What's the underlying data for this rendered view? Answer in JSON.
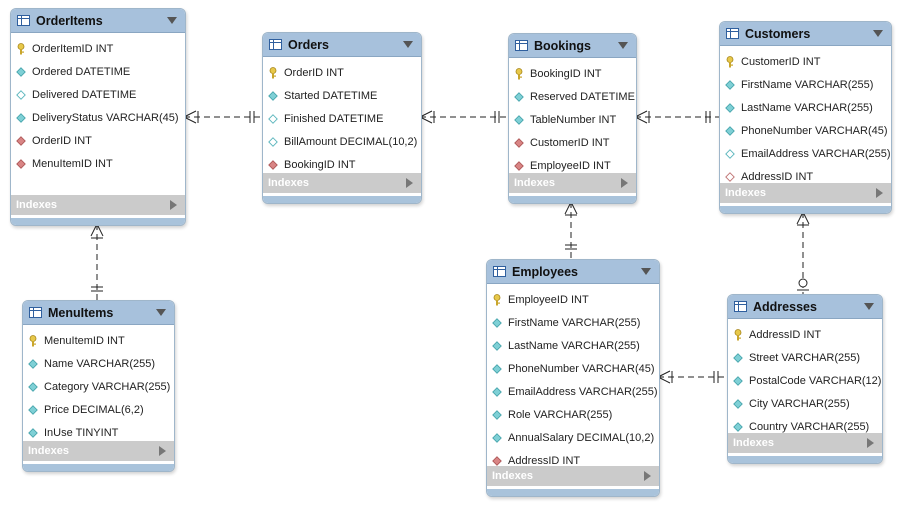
{
  "tables": {
    "orderitems": {
      "name": "OrderItems",
      "columns": [
        {
          "text": "OrderItemID INT",
          "icon": "primary-key-icon"
        },
        {
          "text": "Ordered DATETIME",
          "icon": "column-icon"
        },
        {
          "text": "Delivered DATETIME",
          "icon": "nullable-column-icon"
        },
        {
          "text": "DeliveryStatus VARCHAR(45)",
          "icon": "column-icon"
        },
        {
          "text": "OrderID INT",
          "icon": "foreign-key-icon"
        },
        {
          "text": "MenuItemID INT",
          "icon": "foreign-key-icon"
        }
      ],
      "indexes": "Indexes"
    },
    "orders": {
      "name": "Orders",
      "columns": [
        {
          "text": "OrderID INT",
          "icon": "primary-key-icon"
        },
        {
          "text": "Started DATETIME",
          "icon": "column-icon"
        },
        {
          "text": "Finished DATETIME",
          "icon": "nullable-column-icon"
        },
        {
          "text": "BillAmount DECIMAL(10,2)",
          "icon": "nullable-column-icon"
        },
        {
          "text": "BookingID INT",
          "icon": "foreign-key-icon"
        }
      ],
      "indexes": "Indexes"
    },
    "bookings": {
      "name": "Bookings",
      "columns": [
        {
          "text": "BookingID INT",
          "icon": "primary-key-icon"
        },
        {
          "text": "Reserved DATETIME",
          "icon": "column-icon"
        },
        {
          "text": "TableNumber INT",
          "icon": "column-icon"
        },
        {
          "text": "CustomerID INT",
          "icon": "foreign-key-icon"
        },
        {
          "text": "EmployeeID INT",
          "icon": "foreign-key-icon"
        }
      ],
      "indexes": "Indexes"
    },
    "customers": {
      "name": "Customers",
      "columns": [
        {
          "text": "CustomerID INT",
          "icon": "primary-key-icon"
        },
        {
          "text": "FirstName VARCHAR(255)",
          "icon": "column-icon"
        },
        {
          "text": "LastName VARCHAR(255)",
          "icon": "column-icon"
        },
        {
          "text": "PhoneNumber VARCHAR(45)",
          "icon": "column-icon"
        },
        {
          "text": "EmailAddress VARCHAR(255)",
          "icon": "nullable-column-icon"
        },
        {
          "text": "AddressID INT",
          "icon": "nullable-foreign-key-icon"
        }
      ],
      "indexes": "Indexes"
    },
    "menuitems": {
      "name": "MenuItems",
      "columns": [
        {
          "text": "MenuItemID INT",
          "icon": "primary-key-icon"
        },
        {
          "text": "Name VARCHAR(255)",
          "icon": "column-icon"
        },
        {
          "text": "Category VARCHAR(255)",
          "icon": "column-icon"
        },
        {
          "text": "Price DECIMAL(6,2)",
          "icon": "column-icon"
        },
        {
          "text": "InUse TINYINT",
          "icon": "column-icon"
        }
      ],
      "indexes": "Indexes"
    },
    "employees": {
      "name": "Employees",
      "columns": [
        {
          "text": "EmployeeID INT",
          "icon": "primary-key-icon"
        },
        {
          "text": "FirstName VARCHAR(255)",
          "icon": "column-icon"
        },
        {
          "text": "LastName VARCHAR(255)",
          "icon": "column-icon"
        },
        {
          "text": "PhoneNumber VARCHAR(45)",
          "icon": "column-icon"
        },
        {
          "text": "EmailAddress VARCHAR(255)",
          "icon": "column-icon"
        },
        {
          "text": "Role VARCHAR(255)",
          "icon": "column-icon"
        },
        {
          "text": "AnnualSalary DECIMAL(10,2)",
          "icon": "column-icon"
        },
        {
          "text": "AddressID INT",
          "icon": "foreign-key-icon"
        }
      ],
      "indexes": "Indexes"
    },
    "addresses": {
      "name": "Addresses",
      "columns": [
        {
          "text": "AddressID INT",
          "icon": "primary-key-icon"
        },
        {
          "text": "Street VARCHAR(255)",
          "icon": "column-icon"
        },
        {
          "text": "PostalCode VARCHAR(12)",
          "icon": "column-icon"
        },
        {
          "text": "City VARCHAR(255)",
          "icon": "column-icon"
        },
        {
          "text": "Country VARCHAR(255)",
          "icon": "column-icon"
        }
      ],
      "indexes": "Indexes"
    }
  },
  "relationships": [
    {
      "from": "OrderItems",
      "to": "Orders",
      "from_end": "one-or-many",
      "to_end": "one-and-only-one"
    },
    {
      "from": "Orders",
      "to": "Bookings",
      "from_end": "one-or-many",
      "to_end": "one-and-only-one"
    },
    {
      "from": "Bookings",
      "to": "Customers",
      "from_end": "one-or-many",
      "to_end": "one-and-only-one"
    },
    {
      "from": "OrderItems",
      "to": "MenuItems",
      "from_end": "one-or-many",
      "to_end": "one-and-only-one"
    },
    {
      "from": "Bookings",
      "to": "Employees",
      "from_end": "one-or-many",
      "to_end": "one-and-only-one"
    },
    {
      "from": "Customers",
      "to": "Addresses",
      "from_end": "one-or-many",
      "to_end": "zero-or-one"
    },
    {
      "from": "Employees",
      "to": "Addresses",
      "from_end": "one-or-many",
      "to_end": "one-and-only-one"
    }
  ],
  "colors": {
    "header": "#a7c1dc",
    "indexes_bar": "#cbcbcb",
    "primary_key": "#e7c84a",
    "column": "#7fd0d6",
    "foreign_key": "#d98585"
  }
}
